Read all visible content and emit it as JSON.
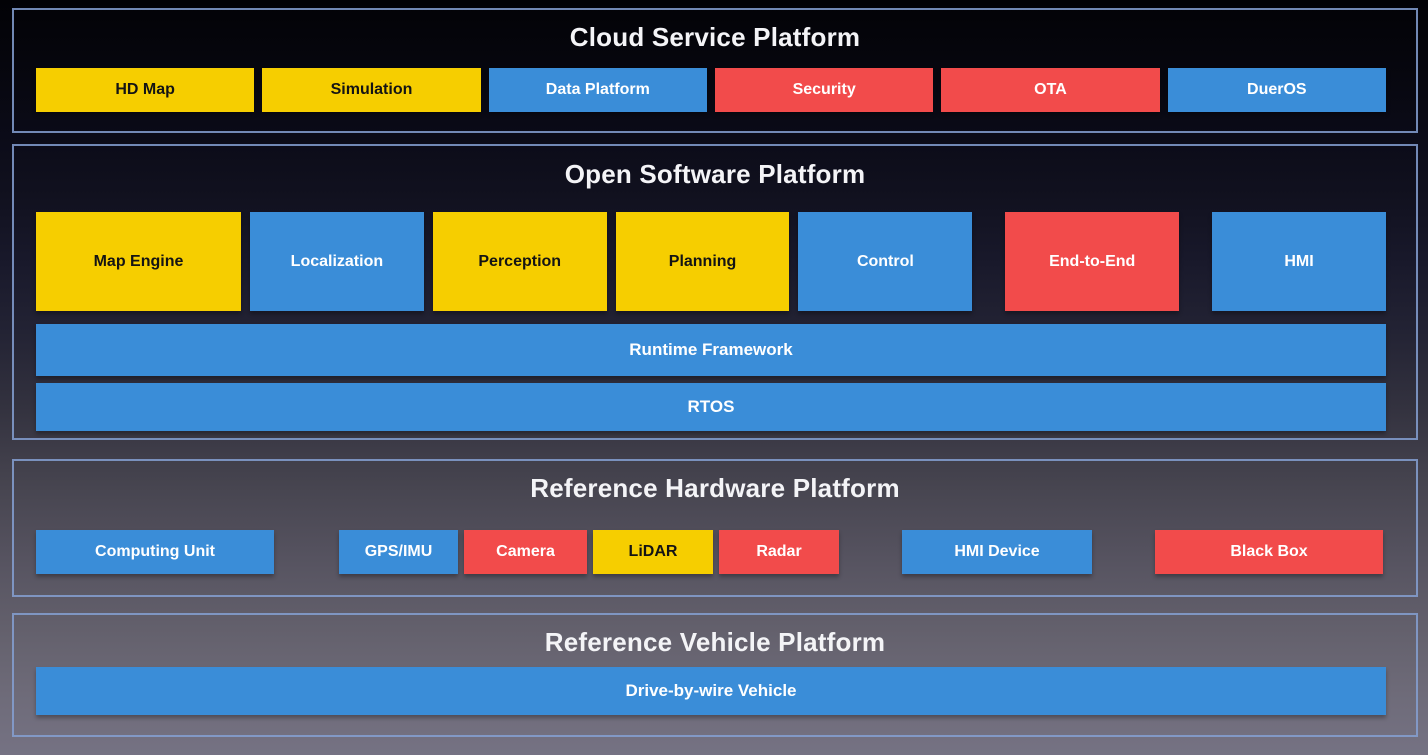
{
  "colors": {
    "yellow": {
      "bg": "#F6CE00",
      "text": "#141414"
    },
    "blue": {
      "bg": "#3A8DD8",
      "text": "#FFFFFF"
    },
    "red": {
      "bg": "#F24B4B",
      "text": "#FFFFFF"
    }
  },
  "sections": [
    {
      "title": "Cloud Service Platform",
      "boxes": [
        {
          "label": "HD Map",
          "color": "yellow"
        },
        {
          "label": "Simulation",
          "color": "yellow"
        },
        {
          "label": "Data Platform",
          "color": "blue"
        },
        {
          "label": "Security",
          "color": "red"
        },
        {
          "label": "OTA",
          "color": "red"
        },
        {
          "label": "DuerOS",
          "color": "blue"
        }
      ]
    },
    {
      "title": "Open Software Platform",
      "boxes": [
        {
          "label": "Map Engine",
          "color": "yellow"
        },
        {
          "label": "Localization",
          "color": "blue"
        },
        {
          "label": "Perception",
          "color": "yellow"
        },
        {
          "label": "Planning",
          "color": "yellow"
        },
        {
          "label": "Control",
          "color": "blue"
        },
        {
          "label": "End-to-End",
          "color": "red"
        },
        {
          "label": "HMI",
          "color": "blue"
        }
      ],
      "bars": [
        {
          "label": "Runtime Framework",
          "color": "blue"
        },
        {
          "label": "RTOS",
          "color": "blue"
        }
      ]
    },
    {
      "title": "Reference Hardware Platform",
      "boxes": [
        {
          "label": "Computing Unit",
          "color": "blue"
        },
        {
          "label": "GPS/IMU",
          "color": "blue"
        },
        {
          "label": "Camera",
          "color": "red"
        },
        {
          "label": "LiDAR",
          "color": "yellow"
        },
        {
          "label": "Radar",
          "color": "red"
        },
        {
          "label": "HMI Device",
          "color": "blue"
        },
        {
          "label": "Black Box",
          "color": "red"
        }
      ]
    },
    {
      "title": "Reference Vehicle Platform",
      "bars": [
        {
          "label": "Drive-by-wire Vehicle",
          "color": "blue"
        }
      ]
    }
  ]
}
